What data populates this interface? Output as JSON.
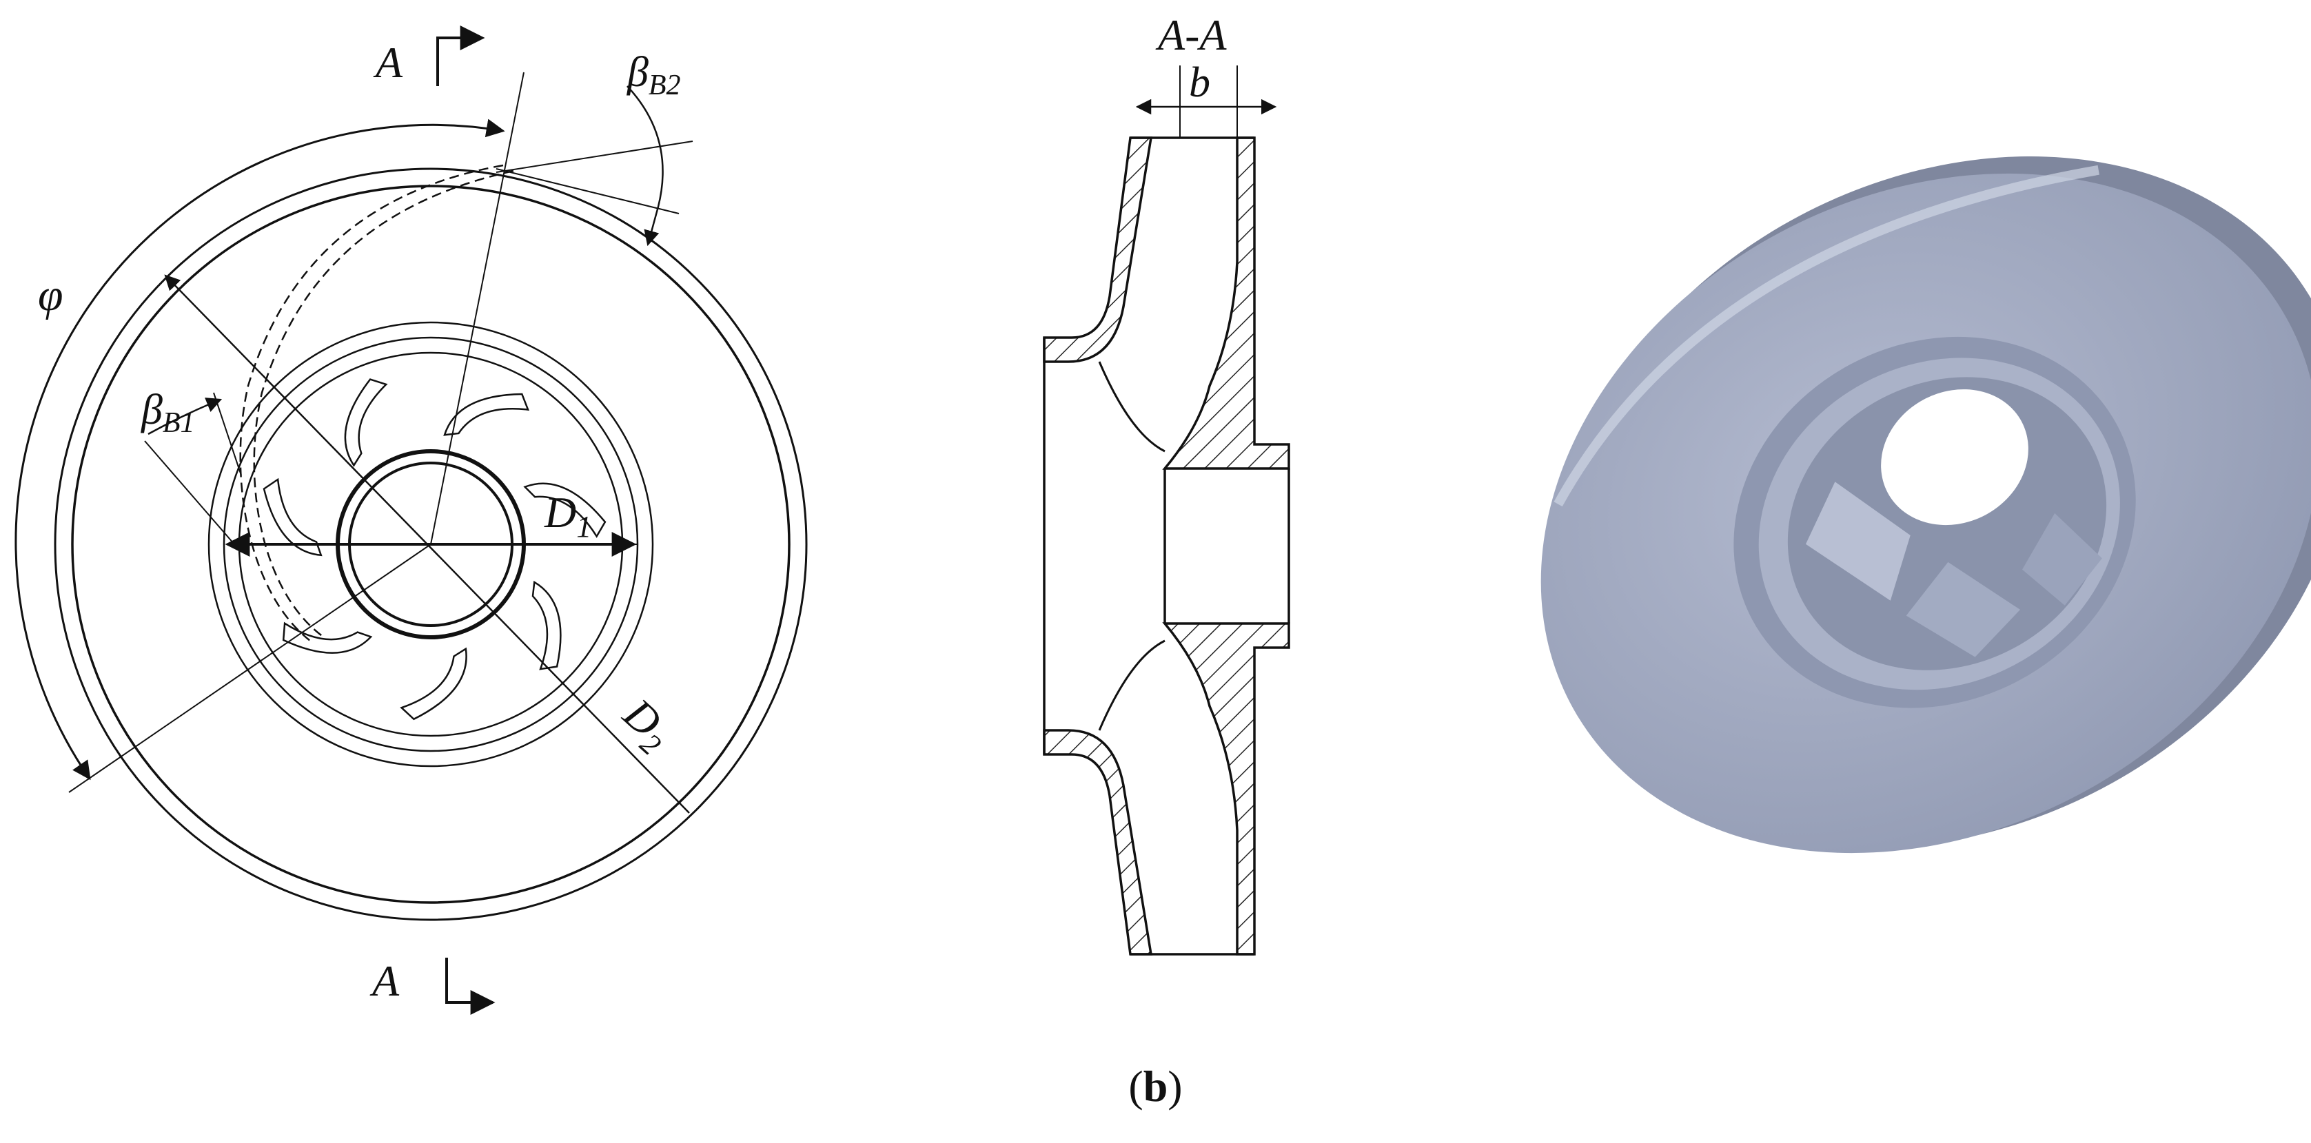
{
  "front_view": {
    "section_marker_top": "A",
    "section_marker_bottom": "A",
    "label_wrap_angle": "φ",
    "label_beta_b1_main": "β",
    "label_beta_b1_sub": "B1",
    "label_beta_b2_main": "β",
    "label_beta_b2_sub": "B2",
    "label_d1_main": "D",
    "label_d1_sub": "1",
    "label_d2_main": "D",
    "label_d2_sub": "2",
    "blade_count": 7
  },
  "section_view": {
    "title": "A-A",
    "label_width": "b"
  },
  "render_view": {
    "body_color": "#9aa3bb",
    "face_color": "#a7afc6",
    "shadow_color": "#7a8299",
    "highlight_color": "#cfd5e4"
  },
  "caption": {
    "open": "(",
    "letter": "b",
    "close": ")"
  }
}
